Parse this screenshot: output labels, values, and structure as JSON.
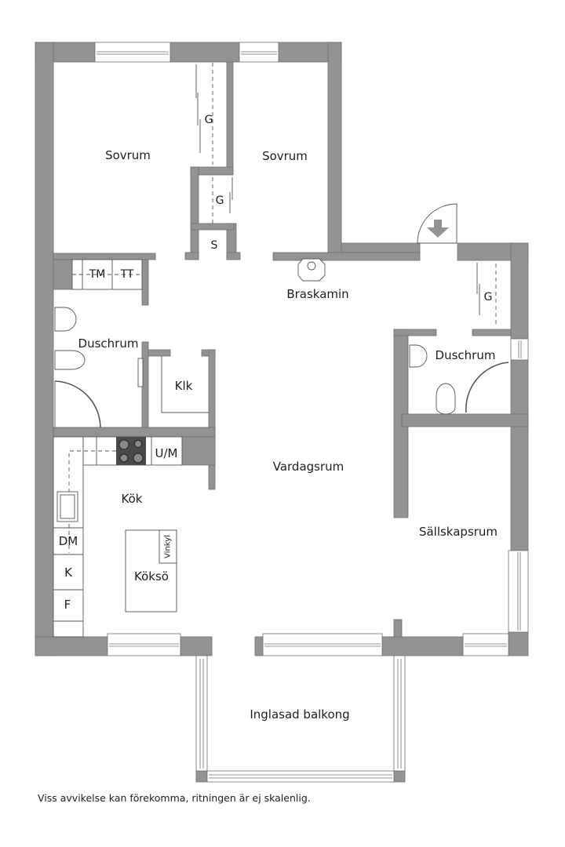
{
  "colors": {
    "wall": "#939393",
    "wall_stroke": "#6f6f6f",
    "line": "#555555",
    "background": "#ffffff",
    "text": "#1e1e1e"
  },
  "rooms": {
    "bedroom_left": "Sovrum",
    "bedroom_right": "Sovrum",
    "wardrobe_1": "G",
    "wardrobe_2": "G",
    "storage": "S",
    "washer": "TM",
    "dryer": "TT",
    "fireplace": "Braskamin",
    "wardrobe_hall": "G",
    "bathroom_left": "Duschrum",
    "bathroom_right": "Duschrum",
    "walk_in_closet": "Klk",
    "oven_microwave": "U/M",
    "living_room": "Vardagsrum",
    "kitchen": "Kök",
    "dishwasher": "DM",
    "fridge": "K",
    "freezer": "F",
    "wine_cooler": "Vinkyl",
    "kitchen_island": "Köksö",
    "family_room": "Sällskapsrum",
    "glazed_balcony": "Inglasad balkong"
  },
  "footer": {
    "disclaimer": "Viss avvikelse kan förekomma, ritningen är ej skalenlig."
  },
  "icons": {
    "entrance": "arrow-down-icon",
    "stove": "stove-icon",
    "sink": "sink-icon",
    "toilet": "toilet-icon",
    "shower": "shower-icon",
    "fireplace": "fireplace-icon"
  }
}
